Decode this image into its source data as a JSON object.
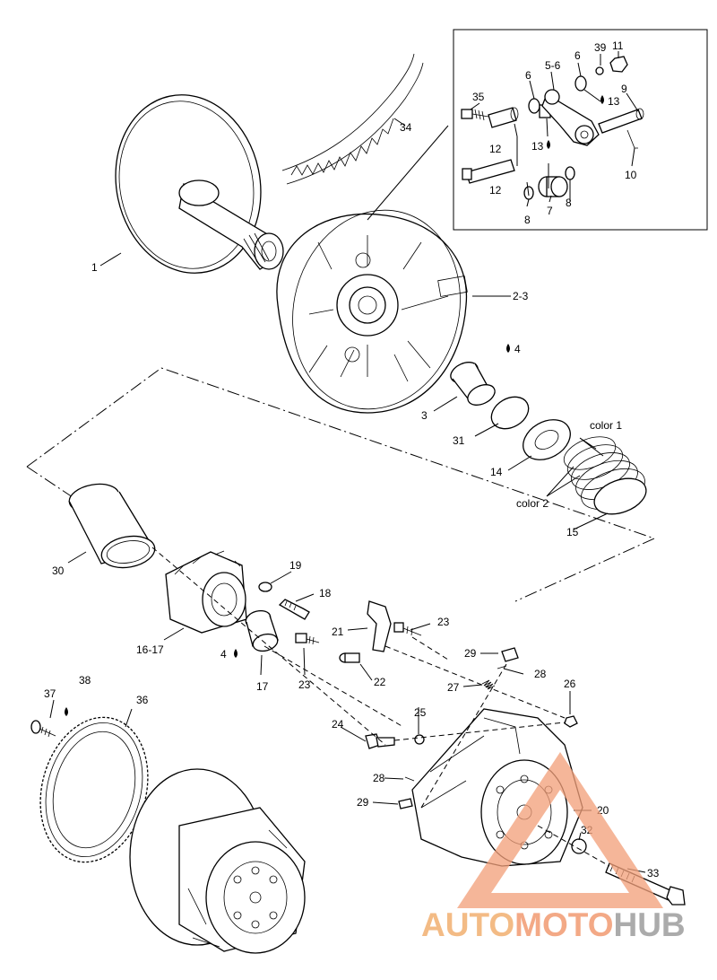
{
  "labels": {
    "p1": "1",
    "p2_3": "2-3",
    "p3": "3",
    "p4a": "4",
    "p4b": "4",
    "p5_6": "5-6",
    "p6a": "6",
    "p6b": "6",
    "p7": "7",
    "p8a": "8",
    "p8b": "8",
    "p9": "9",
    "p10": "10",
    "p11": "11",
    "p12a": "12",
    "p12b": "12",
    "p13a": "13",
    "p13b": "13",
    "p14": "14",
    "p15": "15",
    "p16_17": "16-17",
    "p17": "17",
    "p18": "18",
    "p19": "19",
    "p20": "20",
    "p21": "21",
    "p22": "22",
    "p23a": "23",
    "p23b": "23",
    "p24": "24",
    "p25": "25",
    "p26": "26",
    "p27": "27",
    "p28a": "28",
    "p28b": "28",
    "p29a": "29",
    "p29b": "29",
    "p30": "30",
    "p31": "31",
    "p32": "32",
    "p33": "33",
    "p34": "34",
    "p35": "35",
    "p36": "36",
    "p37": "37",
    "p38": "38",
    "p39": "39",
    "color1": "color 1",
    "color2": "color 2"
  },
  "watermark": {
    "auto": "AUTO",
    "moto": "MOTO",
    "hub": "HUB",
    "color_primary": "#f2a07a",
    "color_accent": "#e8a93a",
    "color_gray": "#a3a3a3"
  },
  "icons": {
    "lubricant": "oil-drop-icon"
  }
}
